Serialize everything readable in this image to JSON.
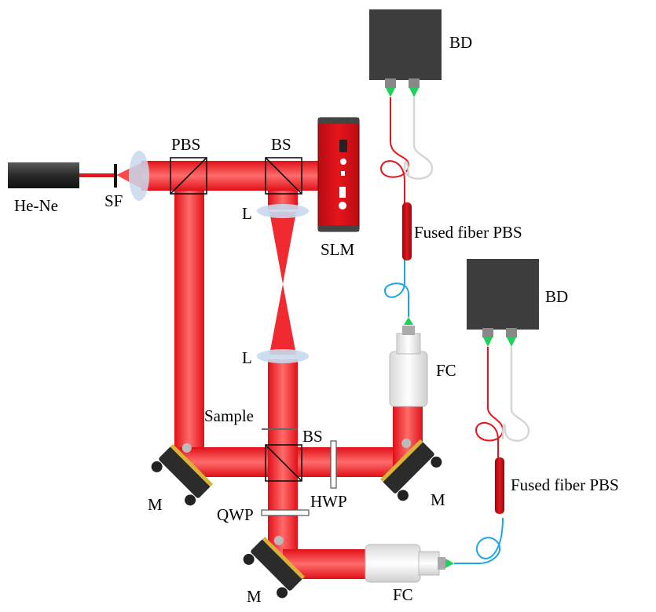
{
  "labels": {
    "laser": "He-Ne",
    "spatial_filter": "SF",
    "pbs": "PBS",
    "bs_top": "BS",
    "slm": "SLM",
    "lens_top": "L",
    "lens_bottom": "L",
    "sample": "Sample",
    "bs_bottom": "BS",
    "hwp": "HWP",
    "qwp": "QWP",
    "mirror_left": "M",
    "mirror_right": "M",
    "mirror_bottom": "M",
    "fc_right": "FC",
    "fc_bottom": "FC",
    "bd_top": "BD",
    "bd_right": "BD",
    "fiber_pbs_top": "Fused fiber PBS",
    "fiber_pbs_right": "Fused fiber PBS"
  },
  "colors": {
    "beam": "#e8141b",
    "beam_light": "#ff6a6a",
    "detector": "#3d3d3d",
    "fiber_blue": "#1aa7e8",
    "fiber_red": "#e8141b",
    "fiber_gray": "#d6d6d6",
    "connector_green": "#1fd05a",
    "lens": "#c8d8ec"
  }
}
